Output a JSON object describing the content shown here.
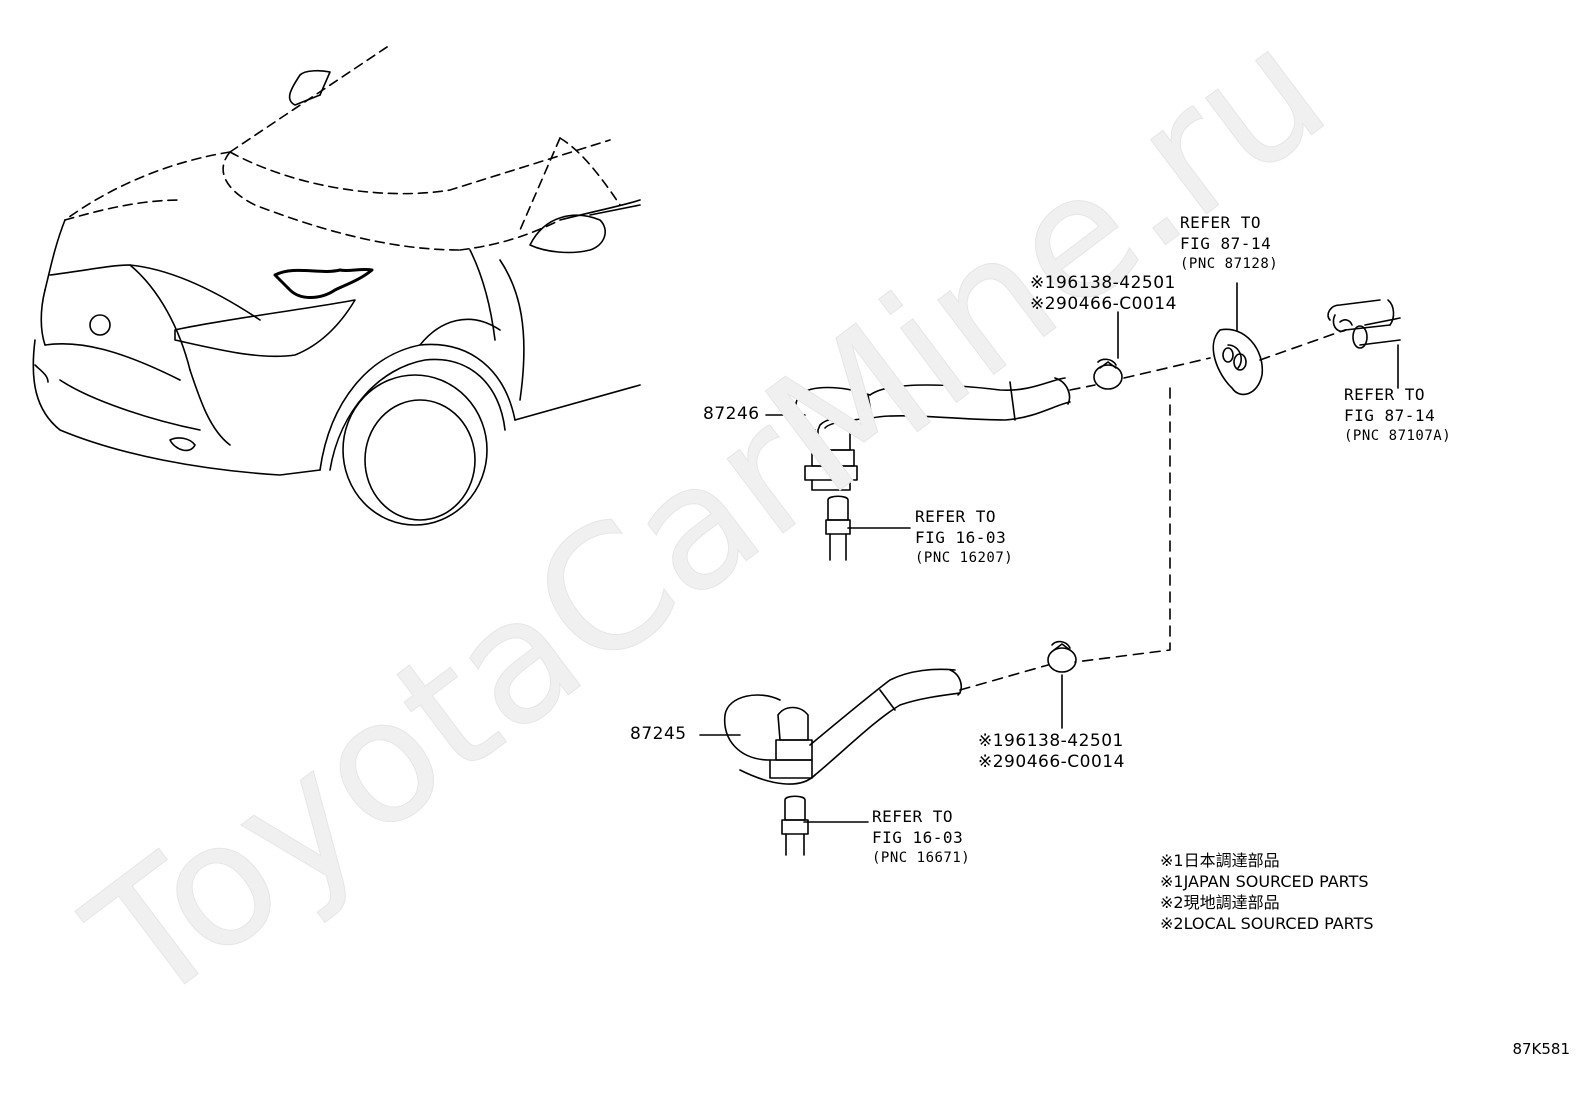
{
  "watermark": "ToyotaCarMine.ru",
  "parts": {
    "hose_upper": "87246",
    "hose_lower": "87245"
  },
  "clamp_upper": {
    "line1": "※196138-42501",
    "line2": "※290466-C0014"
  },
  "clamp_lower": {
    "line1": "※196138-42501",
    "line2": "※290466-C0014"
  },
  "refs": {
    "grommet": {
      "line1": "REFER TO",
      "line2": "FIG 87-14",
      "line3": "(PNC 87128)"
    },
    "pipes": {
      "line1": "REFER TO",
      "line2": "FIG 87-14",
      "line3": "(PNC 87107A)"
    },
    "upper_valve": {
      "line1": "REFER TO",
      "line2": "FIG 16-03",
      "line3": "(PNC 16207)"
    },
    "lower_valve": {
      "line1": "REFER TO",
      "line2": "FIG 16-03",
      "line3": "(PNC 16671)"
    }
  },
  "notes": [
    "※1日本調達部品",
    "※1JAPAN SOURCED PARTS",
    "※2現地調達部品",
    "※2LOCAL SOURCED PARTS"
  ],
  "figure_code": "87K581"
}
